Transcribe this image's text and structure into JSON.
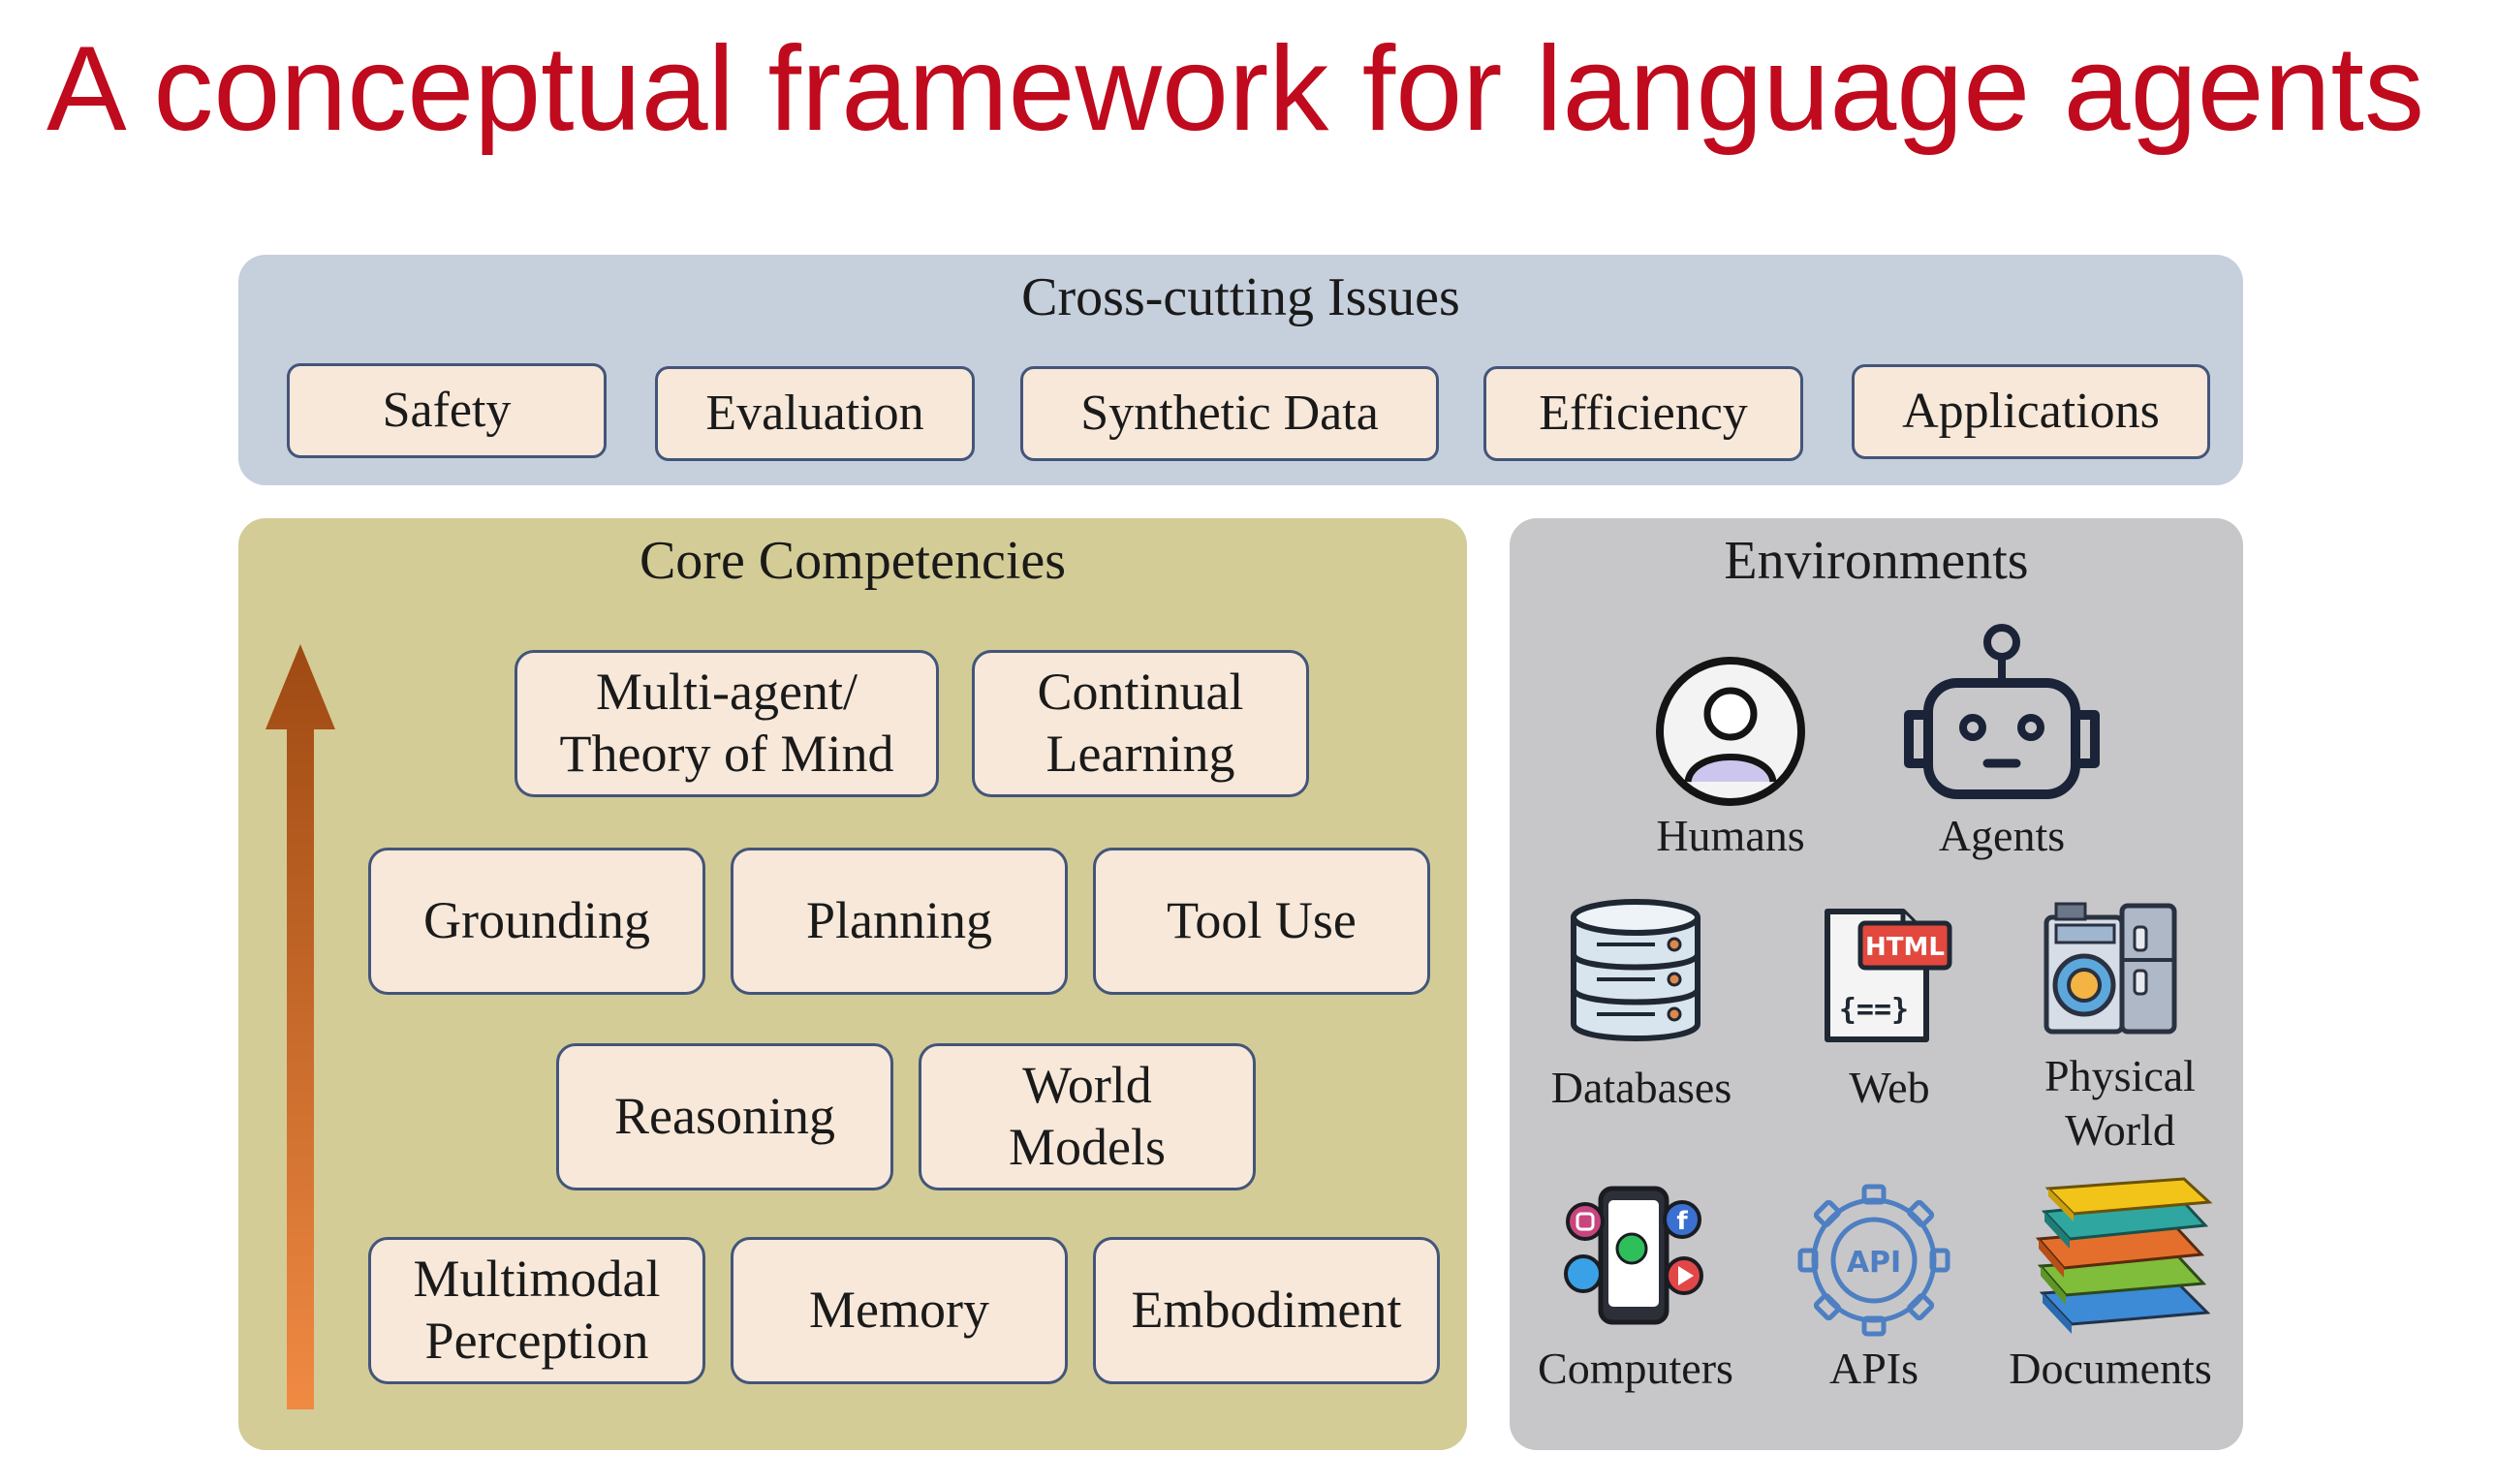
{
  "title": "A conceptual framework for language agents",
  "cross_cutting": {
    "title": "Cross-cutting Issues",
    "items": [
      "Safety",
      "Evaluation",
      "Synthetic Data",
      "Efficiency",
      "Applications"
    ]
  },
  "core": {
    "title": "Core Competencies",
    "items": [
      "Multi-agent/\nTheory of Mind",
      "Continual\nLearning",
      "Grounding",
      "Planning",
      "Tool Use",
      "Reasoning",
      "World\nModels",
      "Multimodal\nPerception",
      "Memory",
      "Embodiment"
    ]
  },
  "environments": {
    "title": "Environments",
    "items": [
      {
        "label": "Humans",
        "icon": "human-icon"
      },
      {
        "label": "Agents",
        "icon": "robot-icon"
      },
      {
        "label": "Databases",
        "icon": "database-icon"
      },
      {
        "label": "Web",
        "icon": "html-file-icon"
      },
      {
        "label": "Physical\nWorld",
        "icon": "appliances-icon"
      },
      {
        "label": "Computers",
        "icon": "smartphone-social-icon"
      },
      {
        "label": "APIs",
        "icon": "api-gear-icon"
      },
      {
        "label": "Documents",
        "icon": "books-icon"
      }
    ]
  },
  "html_badge": "HTML",
  "code_badge": "{==}",
  "api_badge": "API"
}
